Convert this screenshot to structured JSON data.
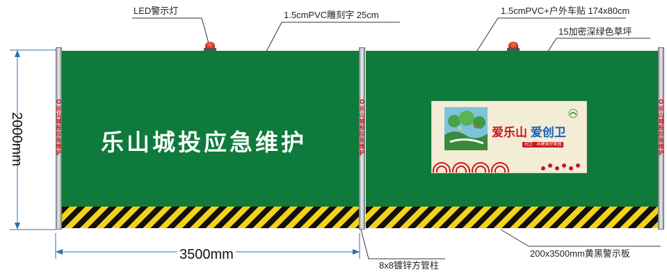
{
  "callouts": {
    "led": "LED警示灯",
    "pvc_text": "1.5cmPVC雕刻字 25cm",
    "pvc_sticker": "1.5cmPVC+户外车贴 174x80cm",
    "turf": "15加密深绿色草坪",
    "post": "8x8镀锌方管柱",
    "warning_board": "200x3500mm黄黑警示板"
  },
  "panel_title": "乐山城投应急维护",
  "post_text": "乐山城投应急维护",
  "sticker": {
    "slogan_part1": "爱乐山",
    "slogan_part2": "爱创卫",
    "subtitle": "创卫 · 共建美好家园"
  },
  "dimensions": {
    "height": "2000mm",
    "width": "3500mm"
  },
  "colors": {
    "panel_green": "#0e7a3b",
    "stripe_yellow": "#f2d21a",
    "stripe_black": "#111111",
    "slogan_red": "#c8161d",
    "slogan_blue": "#1a5fb4"
  }
}
